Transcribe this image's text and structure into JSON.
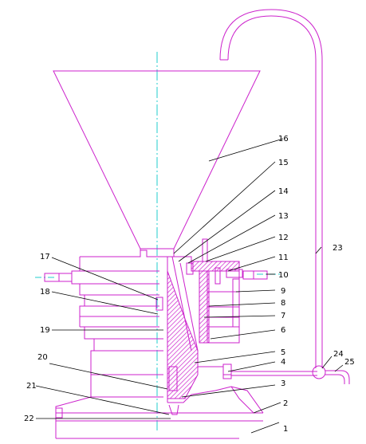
{
  "colors": {
    "body": "#cc22cc",
    "axis": "#22cccc",
    "leader": "#000000",
    "label": "#000000",
    "background": "#ffffff"
  },
  "callouts": [
    {
      "id": "1",
      "text": "1"
    },
    {
      "id": "2",
      "text": "2"
    },
    {
      "id": "3",
      "text": "3"
    },
    {
      "id": "4",
      "text": "4"
    },
    {
      "id": "5",
      "text": "5"
    },
    {
      "id": "6",
      "text": "6"
    },
    {
      "id": "7",
      "text": "7"
    },
    {
      "id": "8",
      "text": "8"
    },
    {
      "id": "9",
      "text": "9"
    },
    {
      "id": "10",
      "text": "10"
    },
    {
      "id": "11",
      "text": "11"
    },
    {
      "id": "12",
      "text": "12"
    },
    {
      "id": "13",
      "text": "13"
    },
    {
      "id": "14",
      "text": "14"
    },
    {
      "id": "15",
      "text": "15"
    },
    {
      "id": "16",
      "text": "16"
    },
    {
      "id": "17",
      "text": "17"
    },
    {
      "id": "18",
      "text": "18"
    },
    {
      "id": "19",
      "text": "19"
    },
    {
      "id": "20",
      "text": "20"
    },
    {
      "id": "21",
      "text": "21"
    },
    {
      "id": "22",
      "text": "22"
    },
    {
      "id": "23",
      "text": "23"
    },
    {
      "id": "24",
      "text": "24"
    },
    {
      "id": "25",
      "text": "25"
    }
  ]
}
